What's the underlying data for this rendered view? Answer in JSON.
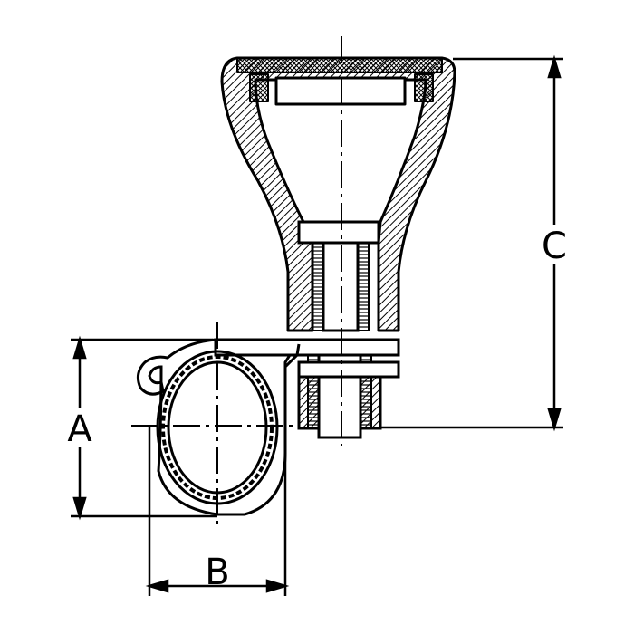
{
  "drawing": {
    "dimensions": {
      "a_label": "A",
      "b_label": "B",
      "c_label": "C"
    },
    "colors": {
      "line": "#000000",
      "background": "#ffffff"
    }
  }
}
